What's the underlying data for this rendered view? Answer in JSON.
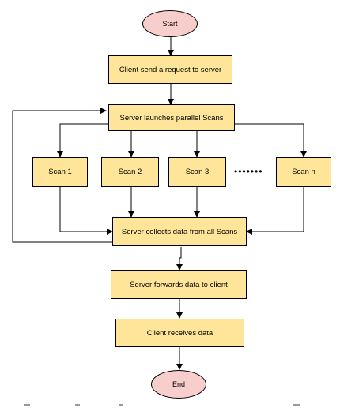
{
  "diagram": {
    "start": "Start",
    "request": "Client send a request to server",
    "launch": "Server launches parallel Scans",
    "scan1": "Scan 1",
    "scan2": "Scan 2",
    "scan3": "Scan 3",
    "ellipsis": "•••••••",
    "scann": "Scan n",
    "collect": "Server collects data from all Scans",
    "forward": "Server forwards data to client",
    "receive": "Client receives data",
    "end": "End"
  },
  "colors": {
    "process_fill": "#ffe599",
    "terminal_fill": "#f8cecc",
    "stroke": "#000000"
  }
}
